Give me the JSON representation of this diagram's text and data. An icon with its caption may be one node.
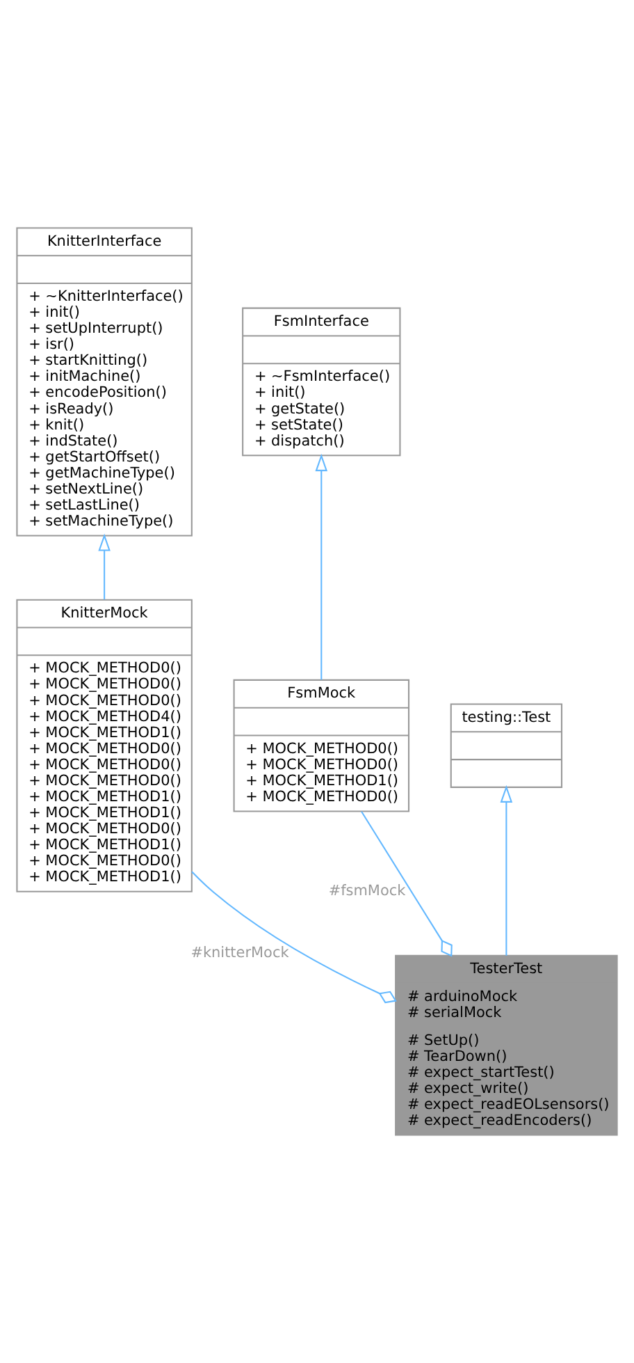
{
  "diagram": {
    "nodes": [
      {
        "text": [
          "KnitterInterface",
          "+ ~KnitterInterface()",
          "+ init()",
          "+ setUpInterrupt()",
          "+ isr()",
          "+ startKnitting()",
          "+ initMachine()",
          "+ encodePosition()",
          "+ isReady()",
          "+ knit()",
          "+ indState()",
          "+ getStartOffset()",
          "+ getMachineType()",
          "+ setNextLine()",
          "+ setLastLine()",
          "+ setMachineType()"
        ]
      },
      {
        "text": [
          "FsmInterface",
          "+ ~FsmInterface()",
          "+ init()",
          "+ getState()",
          "+ setState()",
          "+ dispatch()"
        ]
      },
      {
        "text": [
          "KnitterMock",
          "+ MOCK_METHOD0()",
          "+ MOCK_METHOD0()",
          "+ MOCK_METHOD0()",
          "+ MOCK_METHOD4()",
          "+ MOCK_METHOD1()",
          "+ MOCK_METHOD0()",
          "+ MOCK_METHOD0()",
          "+ MOCK_METHOD0()",
          "+ MOCK_METHOD1()",
          "+ MOCK_METHOD1()",
          "+ MOCK_METHOD0()",
          "+ MOCK_METHOD1()",
          "+ MOCK_METHOD0()",
          "+ MOCK_METHOD1()"
        ]
      },
      {
        "text": [
          "testing::Test"
        ]
      },
      {
        "text": [
          "FsmMock",
          "+ MOCK_METHOD0()",
          "+ MOCK_METHOD0()",
          "+ MOCK_METHOD1()",
          "+ MOCK_METHOD0()"
        ]
      },
      {
        "text": [
          "TesterTest",
          "# arduinoMock",
          "# serialMock",
          "# SetUp()",
          "# TearDown()",
          "# expect_startTest()",
          "# expect_write()",
          "# expect_readEOLsensors()",
          "# expect_readEncoders()"
        ]
      }
    ],
    "edges": [
      {
        "from": 2,
        "to": 0,
        "arrow": "to"
      },
      {
        "from": 4,
        "to": 1,
        "arrow": "to"
      },
      {
        "from": 5,
        "to": 3,
        "arrow": "to"
      },
      {
        "from": 4,
        "to": 5,
        "arrow": "other",
        "label": "#fsmMock"
      },
      {
        "from": 2,
        "to": 5,
        "arrow": "other",
        "label": "#knitterMock"
      }
    ]
  }
}
